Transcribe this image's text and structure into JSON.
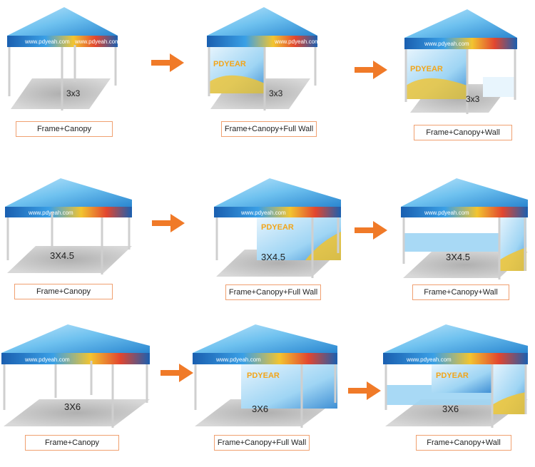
{
  "colors": {
    "arrow": "#f07a28",
    "label_border": "#f0a070",
    "canopy_blue": "#1e63b5",
    "canopy_light": "#8fd0f5",
    "floor": "#bdbdbd",
    "pole": "#c8c8c8"
  },
  "rows": [
    {
      "size": "3x3",
      "items": [
        {
          "label": "Frame+Canopy",
          "size_text": "3x3",
          "website": "www.pdyeah.com"
        },
        {
          "label": "Frame+Canopy+Full Wall",
          "size_text": "3x3",
          "website": "www.pdyeah.com",
          "wall_brand": "PDYEAR"
        },
        {
          "label": "Frame+Canopy+Wall",
          "size_text": "3x3",
          "website": "www.pdyeah.com",
          "wall_brand": "PDYEAR"
        }
      ]
    },
    {
      "size": "3X4.5",
      "items": [
        {
          "label": "Frame+Canopy",
          "size_text": "3X4.5",
          "website": "www.pdyeah.com"
        },
        {
          "label": "Frame+Canopy+Full Wall",
          "size_text": "3X4.5",
          "website": "www.pdyeah.com",
          "wall_brand": "PDYEAR"
        },
        {
          "label": "Frame+Canopy+Wall",
          "size_text": "3X4.5",
          "website": "www.pdyeah.com"
        }
      ]
    },
    {
      "size": "3X6",
      "items": [
        {
          "label": "Frame+Canopy",
          "size_text": "3X6",
          "website": "www.pdyeah.com"
        },
        {
          "label": "Frame+Canopy+Full Wall",
          "size_text": "3X6",
          "website": "www.pdyeah.com",
          "wall_brand": "PDYEAR"
        },
        {
          "label": "Frame+Canopy+Wall",
          "size_text": "3X6",
          "website": "www.pdyeah.com",
          "wall_brand": "PDYEAR"
        }
      ]
    }
  ]
}
